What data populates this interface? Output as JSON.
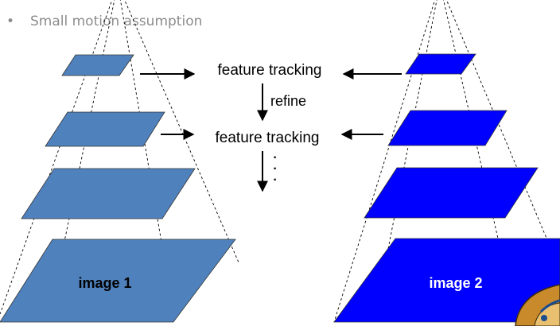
{
  "bullet": {
    "symbol": "•",
    "text": "Small motion assumption"
  },
  "labels": {
    "image_1": "image 1",
    "image_2": "image 2",
    "feature_tracking_top": "feature tracking",
    "feature_tracking_bottom": "feature tracking",
    "refine": "refine",
    "continuation_dots": [
      "·",
      "·",
      "·"
    ]
  },
  "colors": {
    "pyramid_1_fill": "#4F81BD",
    "pyramid_2_fill": "#0000FF",
    "outline": "#000000",
    "bullet_text": "#8c8c8c",
    "label_2_text": "#ffffff"
  },
  "icons": {
    "corner_graphic": "mascot-icon"
  }
}
